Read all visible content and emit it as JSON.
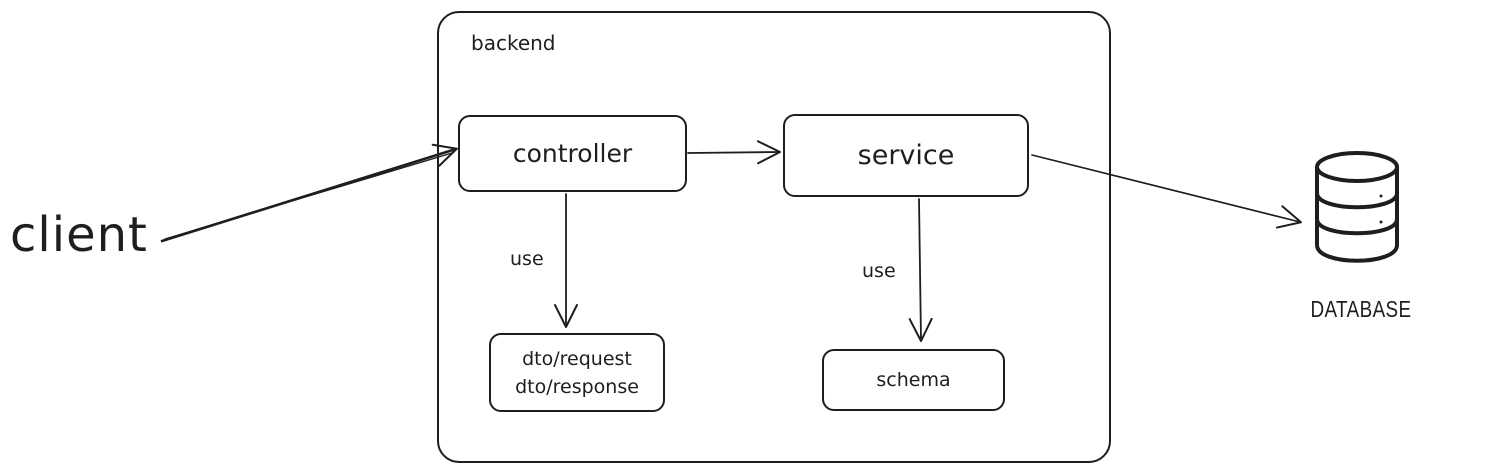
{
  "diagram": {
    "frame_label": "backend",
    "client_label": "client",
    "nodes": {
      "controller": "controller",
      "service": "service",
      "dto_request": "dto/request",
      "dto_response": "dto/response",
      "schema": "schema"
    },
    "edge_labels": {
      "controller_to_dto": "use",
      "service_to_schema": "use"
    },
    "database": {
      "label": "DATABASE",
      "icon": "database-icon"
    },
    "colors": {
      "stroke": "#1e1e1e",
      "background": "#ffffff"
    }
  }
}
